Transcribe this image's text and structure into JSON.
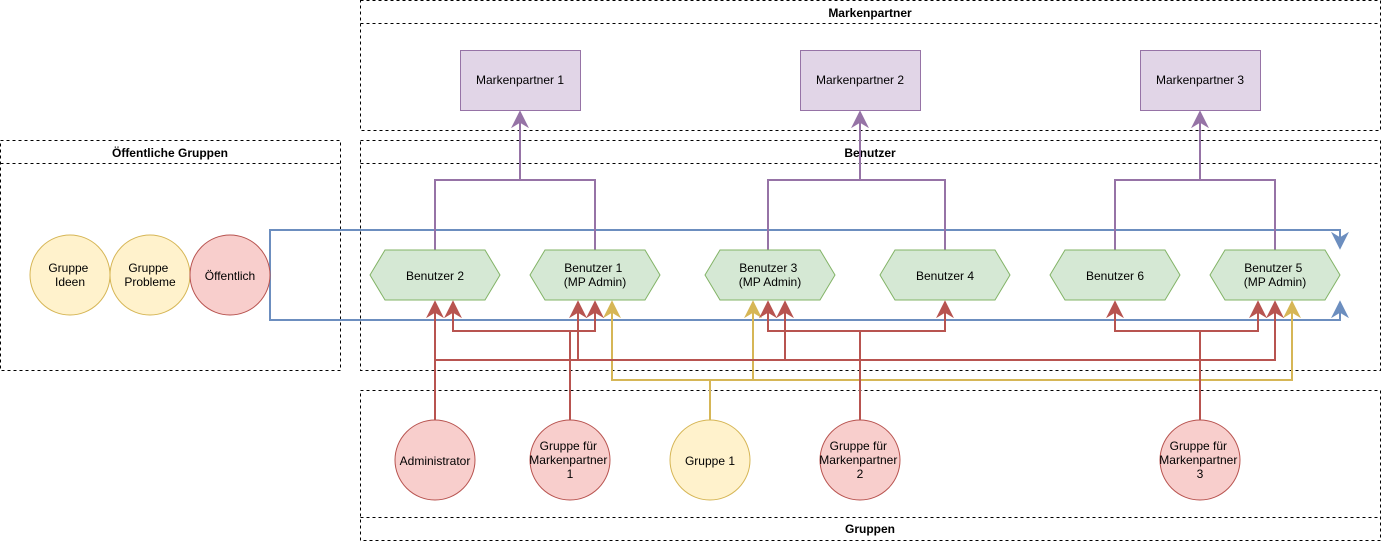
{
  "containers": {
    "markenpartner": {
      "title": "Markenpartner"
    },
    "benutzer": {
      "title": "Benutzer"
    },
    "oeffentliche_gruppen": {
      "title": "Öffentliche Gruppen"
    },
    "gruppen": {
      "title": "Gruppen"
    }
  },
  "partners": [
    {
      "label": "Markenpartner 1"
    },
    {
      "label": "Markenpartner 2"
    },
    {
      "label": "Markenpartner 3"
    }
  ],
  "users": [
    {
      "label": [
        "Benutzer 2"
      ]
    },
    {
      "label": [
        "Benutzer 1",
        "(MP Admin)"
      ]
    },
    {
      "label": [
        "Benutzer 3",
        "(MP Admin)"
      ]
    },
    {
      "label": [
        "Benutzer 4"
      ]
    },
    {
      "label": [
        "Benutzer 6"
      ]
    },
    {
      "label": [
        "Benutzer 5",
        "(MP Admin)"
      ]
    }
  ],
  "public_groups": [
    {
      "label": [
        "Gruppe",
        "Ideen"
      ]
    },
    {
      "label": [
        "Gruppe",
        "Probleme"
      ]
    },
    {
      "label": [
        "Öffentlich"
      ]
    }
  ],
  "groups": [
    {
      "label": [
        "Administrator"
      ]
    },
    {
      "label": [
        "Gruppe für",
        "Markenpartner",
        "1"
      ]
    },
    {
      "label": [
        "Gruppe 1"
      ]
    },
    {
      "label": [
        "Gruppe für",
        "Markenpartner",
        "2"
      ]
    },
    {
      "label": [
        "Gruppe für",
        "Markenpartner",
        "3"
      ]
    }
  ],
  "colors": {
    "partner_fill": "#e1d5e7",
    "partner_stroke": "#9673a6",
    "user_fill": "#d5e8d4",
    "user_stroke": "#82b366",
    "red_fill": "#f8cecc",
    "red_stroke": "#b85450",
    "yellow_fill": "#fff2cc",
    "yellow_stroke": "#d6b656",
    "blue_stroke": "#6c8ebf"
  }
}
